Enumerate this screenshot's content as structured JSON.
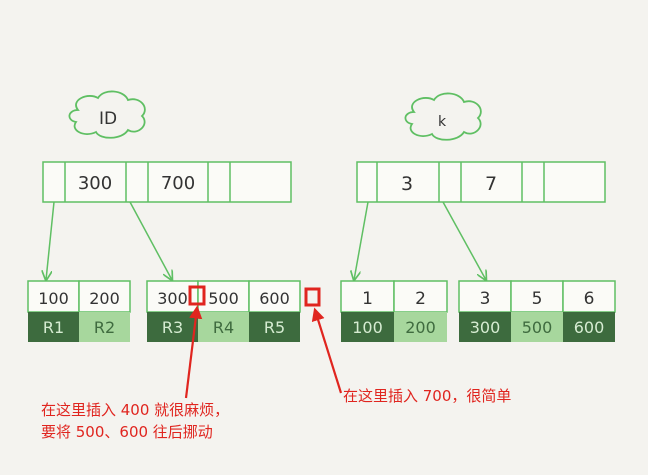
{
  "colors": {
    "green_stroke": "#5fbf63",
    "dark_green": "#3d6b3e",
    "light_green": "#a7d79d",
    "dark_text": "#d6ecd2",
    "light_text": "#3f6b3f",
    "text": "#333333",
    "red": "#e0251f",
    "background": "#f4f3ef"
  },
  "trees": {
    "id": {
      "label": "ID",
      "root_keys": [
        "300",
        "700"
      ],
      "leaves": [
        {
          "keys": [
            "100",
            "200"
          ],
          "rows": [
            "R1",
            "R2"
          ]
        },
        {
          "keys": [
            "300",
            "500",
            "600"
          ],
          "rows": [
            "R3",
            "R4",
            "R5"
          ]
        }
      ]
    },
    "k": {
      "label": "k",
      "root_keys": [
        "3",
        "7"
      ],
      "leaves": [
        {
          "keys": [
            "1",
            "2"
          ],
          "rows": [
            "100",
            "200"
          ]
        },
        {
          "keys": [
            "3",
            "5",
            "6"
          ],
          "rows": [
            "300",
            "500",
            "600"
          ]
        }
      ]
    }
  },
  "annotations": {
    "insert_400_line1": "在这里插入 400 就很麻烦，",
    "insert_400_line2": "要将 500、600 往后挪动",
    "insert_700": "在这里插入 700，很简单"
  }
}
